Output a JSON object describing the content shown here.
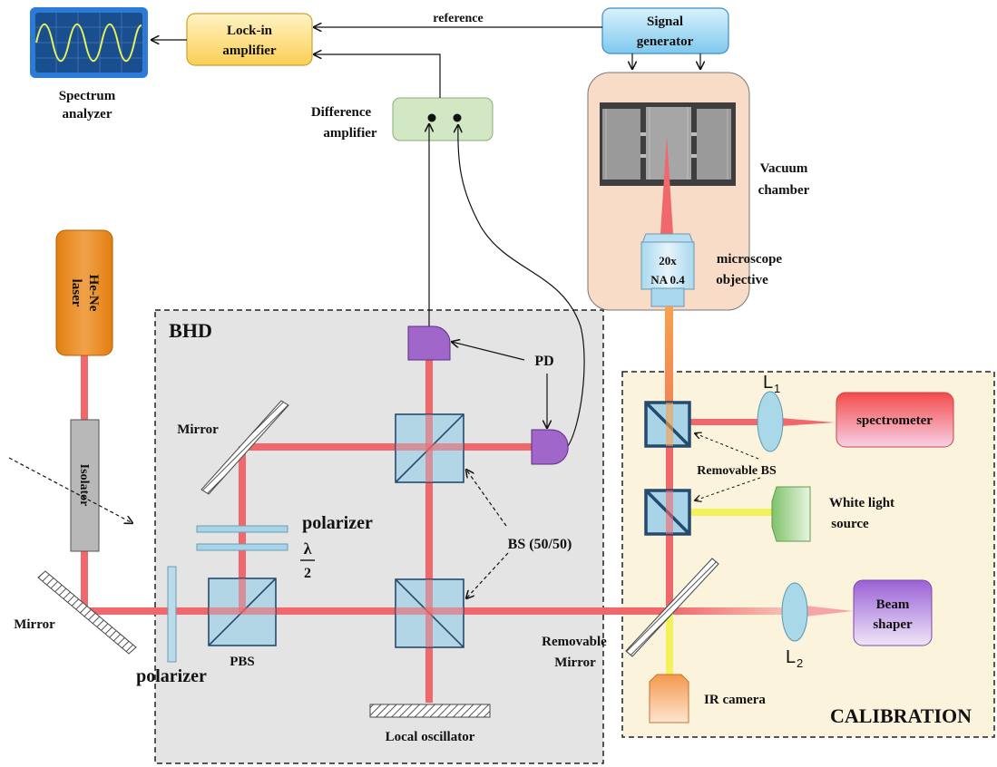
{
  "labels": {
    "spectrum_analyzer": [
      "Spectrum",
      "analyzer"
    ],
    "lock_in": [
      "Lock-in",
      "amplifier"
    ],
    "reference": "reference",
    "signal_generator": [
      "Signal",
      "generator"
    ],
    "difference_amplifier": [
      "Difference",
      "amplifier"
    ],
    "vacuum_chamber": [
      "Vacuum",
      "chamber"
    ],
    "objective": [
      "20x",
      "NA 0.4"
    ],
    "microscope_objective": [
      "microscope",
      "objective"
    ],
    "laser": [
      "He-Ne",
      "laser"
    ],
    "bhd": "BHD",
    "pd": "PD",
    "mirror_top": "Mirror",
    "mirror_left": "Mirror",
    "isolator": "Isolator",
    "polarizer_top": "polarizer",
    "lambda": "λ",
    "lambda_den": "2",
    "polarizer_bottom": "polarizer",
    "pbs": "PBS",
    "bs": "BS (50/50)",
    "local_oscillator": "Local oscillator",
    "removable_mirror": [
      "Removable",
      "Mirror"
    ],
    "removable_bs": "Removable BS",
    "spectrometer": "spectrometer",
    "white_light": [
      "White light",
      "source"
    ],
    "beam_shaper": [
      "Beam",
      "shaper"
    ],
    "ir_camera": "IR camera",
    "calibration": "CALIBRATION",
    "l1": "L",
    "l1_sub": "1",
    "l2": "L",
    "l2_sub": "2"
  },
  "colors": {
    "laser_beam": "#f0686b",
    "orange_beam": "#f6a24a",
    "yellow_beam": "#f2f25a",
    "bhd_panel": "#e4e4e4",
    "calibration_panel": "#fbf3dc",
    "vacuum_panel": "#f9dcc8",
    "cube": "#a9d3e6",
    "cube_edge": "#264a6e",
    "pd": "#a066c9",
    "lock_in": "#ffe08a",
    "signal_gen": "#9fd8f4",
    "diff_amp": "#d2e8c5",
    "laser_body": "#ee8a1e",
    "isolator": "#b8b8b8"
  }
}
